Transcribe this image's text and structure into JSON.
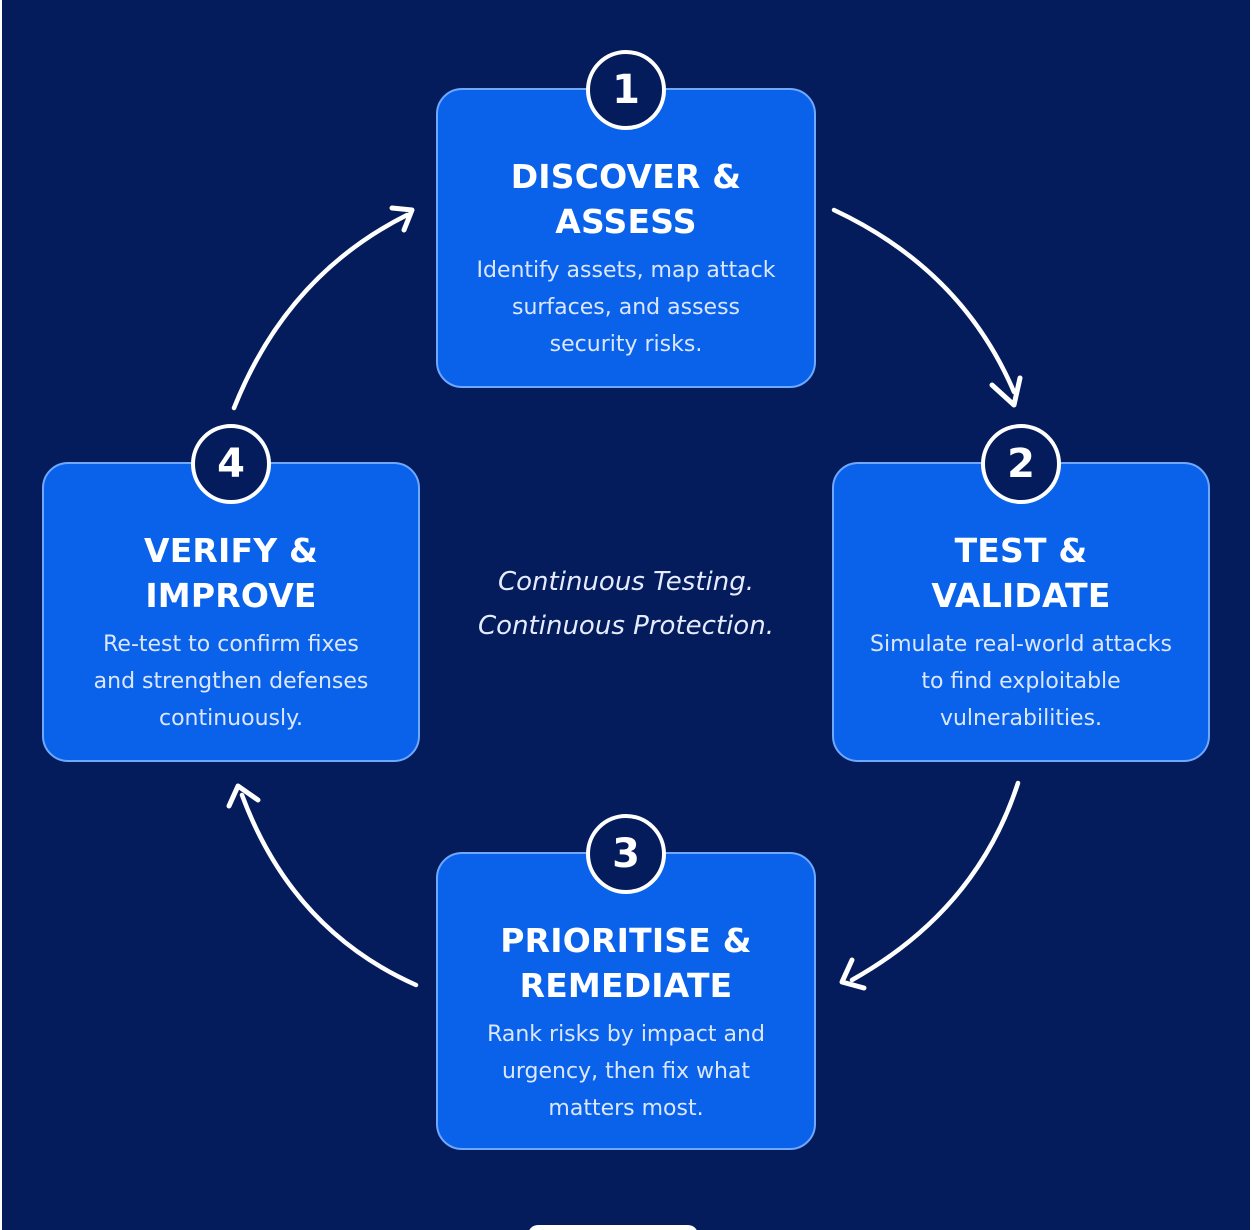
{
  "steps": [
    {
      "number": "1",
      "title_lines": [
        "DISCOVER &",
        "ASSESS"
      ],
      "description_lines": [
        "Identify assets, map attack",
        "surfaces, and assess",
        "security risks."
      ]
    },
    {
      "number": "2",
      "title_lines": [
        "TEST &",
        "VALIDATE"
      ],
      "description_lines": [
        "Simulate real-world attacks",
        "to find exploitable",
        "vulnerabilities."
      ]
    },
    {
      "number": "3",
      "title_lines": [
        "PRIORITISE &",
        "REMEDIATE"
      ],
      "description_lines": [
        "Rank risks by impact and",
        "urgency, then fix what",
        "matters most."
      ]
    },
    {
      "number": "4",
      "title_lines": [
        "VERIFY &",
        "IMPROVE"
      ],
      "description_lines": [
        "Re-test to confirm fixes",
        "and strengthen defenses",
        "continuously."
      ]
    }
  ],
  "center_text_lines": [
    "Continuous Testing.",
    "Continuous Protection."
  ],
  "colors": {
    "background": "#041c5b",
    "card": "#0a62ea",
    "card_border": "#6fa8ff",
    "arrow": "#ffffff"
  }
}
